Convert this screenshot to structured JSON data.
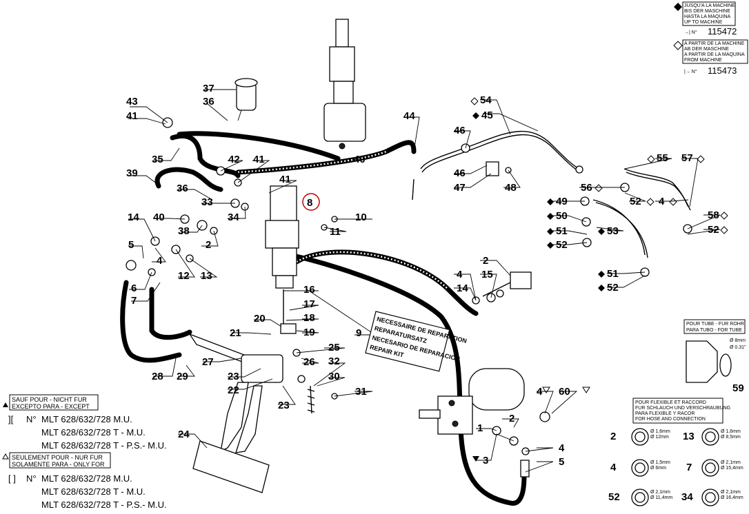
{
  "legend_top": {
    "until": {
      "lines": [
        "JUSQU'A LA MACHINE",
        "BIS DER MASCHINE",
        "HASTA LA MAQUINA",
        "UP TO MACHINE"
      ],
      "number": "115472"
    },
    "from": {
      "lines": [
        "A PARTIR DE LA MACHINE",
        "AB DER MASCHINE",
        "A PARTIR DE LA MAQUINA",
        "FROM MACHINE"
      ],
      "number": "115473"
    }
  },
  "repair_kit": [
    "NECESSAIRE DE REPARATION",
    "REPARATURSATZ",
    "NECESARIO DE REPARACION",
    "REPAIR KIT"
  ],
  "tube_box": {
    "title": [
      "POUR TUBE - FUR ROHR",
      "PARA TUBO - FOR TUBE"
    ],
    "dims": [
      "Ø 8mm",
      "Ø 0.31\""
    ],
    "ref": "59"
  },
  "flex_box": {
    "title": [
      "POUR FLEXIBLE ET RACCORD",
      "FUR SCHLAUCH UND VERSCHRAUBUNG",
      "PARA FLEXIBLE Y RACOR",
      "FOR HOSE AND CONNECTION"
    ],
    "items": [
      {
        "ref": "2",
        "d1": "Ø 1,6mm",
        "d2": "Ø 12mm"
      },
      {
        "ref": "13",
        "d1": "Ø 1,6mm",
        "d2": "Ø 8,5mm"
      },
      {
        "ref": "4",
        "d1": "Ø 1,5mm",
        "d2": "Ø 6mm"
      },
      {
        "ref": "7",
        "d1": "Ø 2,1mm",
        "d2": "Ø 15,4mm"
      },
      {
        "ref": "52",
        "d1": "Ø 2,1mm",
        "d2": "Ø 11,4mm"
      },
      {
        "ref": "34",
        "d1": "Ø 2,1mm",
        "d2": "Ø 16,4mm"
      }
    ]
  },
  "bottom_left": {
    "sauf": [
      "SAUF POUR - NICHT FUR",
      "EXCEPTO PARA - EXCEPT"
    ],
    "sauf_no": "N°",
    "sauf_models": [
      "MLT 628/632/728 M.U.",
      "MLT 628/632/728 T - M.U.",
      "MLT 628/632/728 T - P.S.- M.U."
    ],
    "seul": [
      "SEULEMENT POUR - NUR FUR",
      "SOLAMENTE PARA - ONLY FOR"
    ],
    "seul_no": "N°",
    "seul_models": [
      "MLT 628/632/728 M.U.",
      "MLT 628/632/728 T - M.U.",
      "MLT 628/632/728 T - P.S.- M.U."
    ]
  },
  "callouts": {
    "c37": "37",
    "c43": "43",
    "c41a": "41",
    "c36a": "36",
    "c35": "35",
    "c39": "39",
    "c42": "42",
    "c41b": "41",
    "c40a": "40",
    "c44": "44",
    "c41c": "41",
    "c36b": "36",
    "c33": "33",
    "c8": "8",
    "c40b": "40",
    "c34": "34",
    "c38": "38",
    "c2a": "2",
    "c14a": "14",
    "c5a": "5",
    "c4a": "4",
    "c12": "12",
    "c13": "13",
    "c6": "6",
    "c7": "7",
    "c10": "10",
    "c11": "11",
    "c16": "16",
    "c17": "17",
    "c18": "18",
    "c19": "19",
    "c20": "20",
    "c21": "21",
    "c9": "9",
    "c25": "25",
    "c26": "26",
    "c32": "32",
    "c30": "30",
    "c31": "31",
    "c27": "27",
    "c28": "28",
    "c29": "29",
    "c23a": "23",
    "c22": "22",
    "c23b": "23",
    "c24": "24",
    "c54": "54",
    "c45": "45",
    "c46a": "46",
    "c46b": "46",
    "c47": "47",
    "c48": "48",
    "c55": "55",
    "c57": "57",
    "c56": "56",
    "c52a": "52",
    "c4b": "4",
    "c49": "49",
    "c50": "50",
    "c51a": "51",
    "c52b": "52",
    "c53": "53",
    "c58": "58",
    "c52c": "52",
    "c51b": "51",
    "c52d": "52",
    "c4c": "4",
    "c2b": "2",
    "c14b": "14",
    "c15": "15",
    "c4d": "4",
    "c60": "60",
    "c1": "1",
    "c2c": "2",
    "c3": "3",
    "c4e": "4",
    "c5b": "5"
  }
}
